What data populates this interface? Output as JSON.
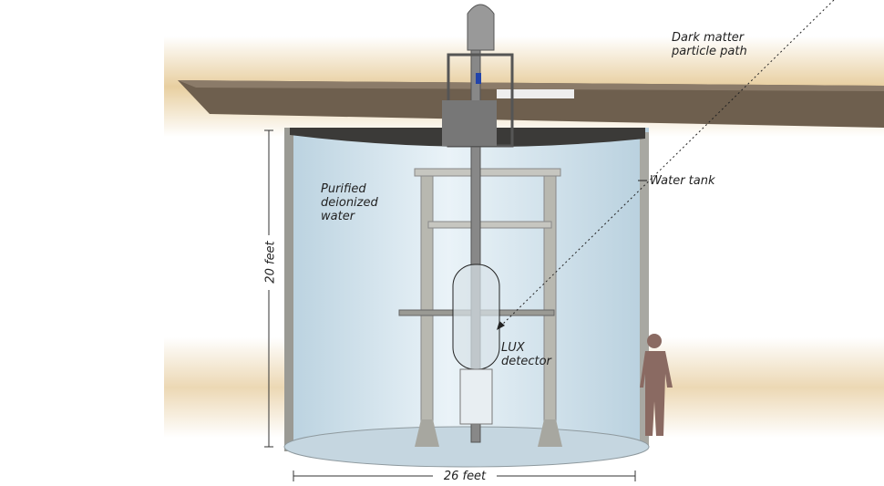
{
  "labels": {
    "particle_path": "Dark matter particle path",
    "water_tank": "Water tank",
    "water": "Purified deionized water",
    "detector": "LUX detector",
    "height": "20 feet",
    "width": "26 feet"
  },
  "colors": {
    "rock": "#e8cfa0",
    "slab": "#6e5f4e",
    "water": "#c9dde8",
    "steel": "#b8b8b0",
    "person": "#8a6a62"
  }
}
